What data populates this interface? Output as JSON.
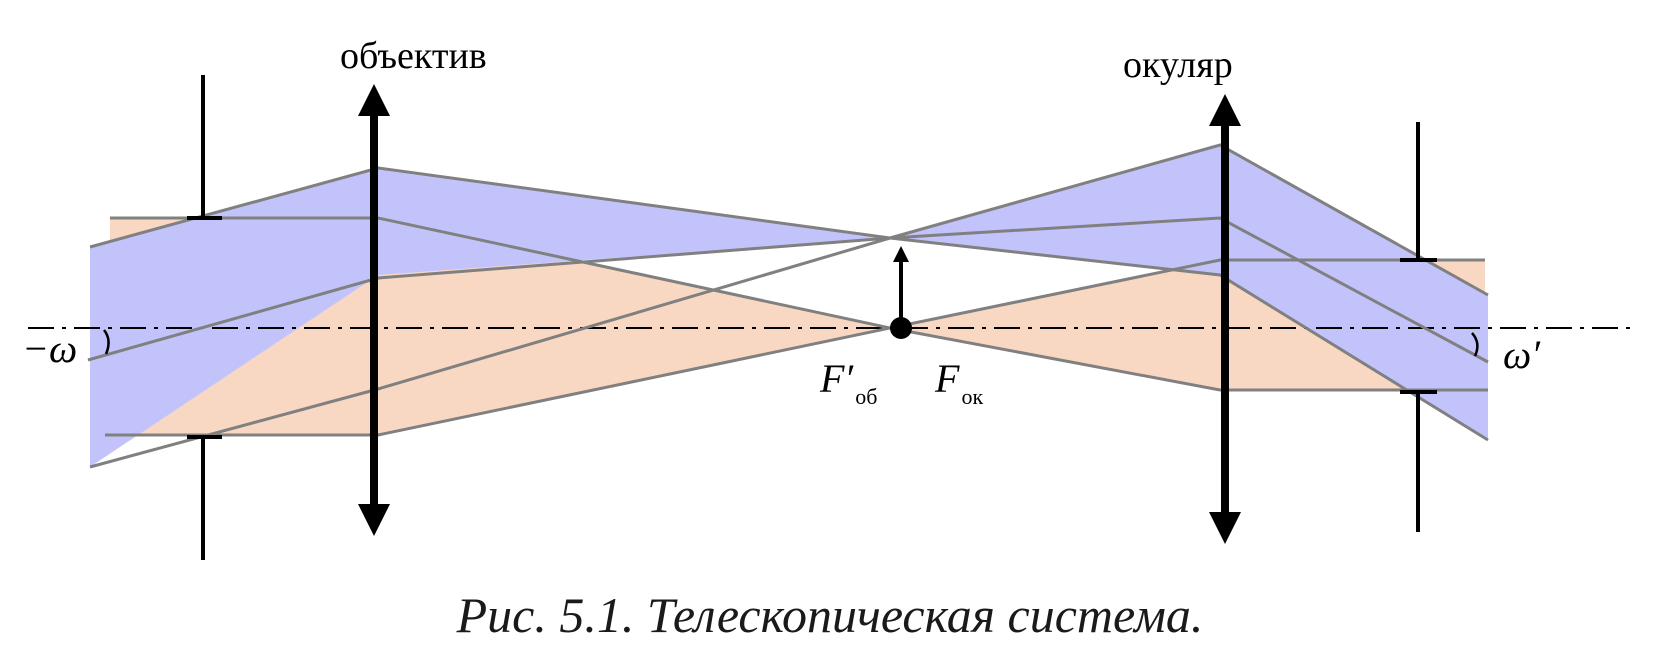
{
  "labels": {
    "objective": "объектив",
    "eyepiece": "окуляр",
    "angle_in": "−ω",
    "angle_out": "ω′",
    "focus_objective": "F′",
    "focus_objective_sub": "об",
    "focus_eyepiece": "F",
    "focus_eyepiece_sub": "ок"
  },
  "caption": "Рис. 5.1. Телескопическая система.",
  "colors": {
    "beam_blue": "#c3c3fb",
    "beam_orange": "#f9d8c3",
    "ray": "#808080",
    "optics": "#000000"
  }
}
